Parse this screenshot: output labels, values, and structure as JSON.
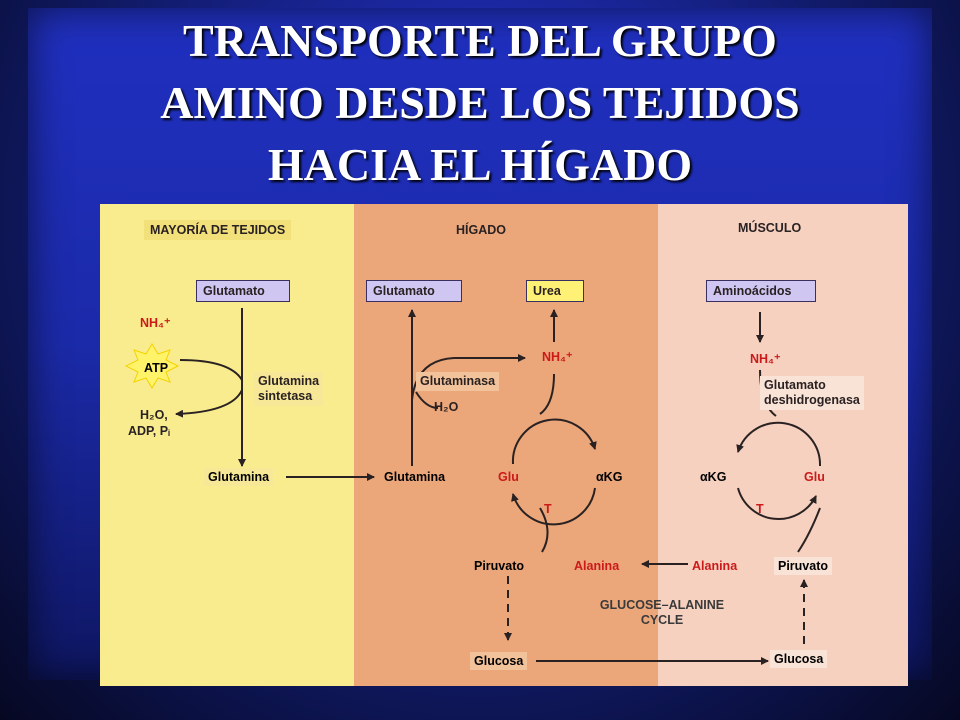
{
  "title": {
    "line1": "TRANSPORTE DEL GRUPO",
    "line2": "AMINO DESDE LOS TEJIDOS",
    "line3": "HACIA EL HÍGADO"
  },
  "panels": {
    "tejidos": {
      "header": "MAYORÍA DE TEJIDOS",
      "glutamato": "Glutamato",
      "nh4": "NH₄⁺",
      "atp": "ATP",
      "enzyme_line1": "Glutamina",
      "enzyme_line2": "sintetasa",
      "h2o": "H₂O,",
      "adp": "ADP, Pᵢ",
      "glutamina": "Glutamina"
    },
    "higado": {
      "header": "HÍGADO",
      "glutamato": "Glutamato",
      "urea": "Urea",
      "nh4": "NH₄⁺",
      "enzyme": "Glutaminasa",
      "h2o": "H₂O",
      "glutamina": "Glutamina",
      "glu": "Glu",
      "akg": "αKG",
      "t": "T",
      "piruvato": "Piruvato",
      "alanina": "Alanina",
      "glucosa": "Glucosa"
    },
    "musculo": {
      "header": "MÚSCULO",
      "aminoacidos": "Aminoácidos",
      "nh4": "NH₄⁺",
      "enzyme_line1": "Glutamato",
      "enzyme_line2": "deshidrogenasa",
      "akg": "αKG",
      "glu": "Glu",
      "t": "T",
      "alanina": "Alanina",
      "piruvato": "Piruvato",
      "glucosa": "Glucosa"
    },
    "cycle_title_line1": "GLUCOSE–ALANINE",
    "cycle_title_line2": "CYCLE"
  },
  "colors": {
    "tejidos_bg": "#f9ec8e",
    "higado_bg": "#eba67a",
    "musculo_bg": "#f6d1c0",
    "box_fill": "#cfc6f2",
    "urea_fill": "#fff176",
    "accent_red": "#cc1a1a"
  }
}
